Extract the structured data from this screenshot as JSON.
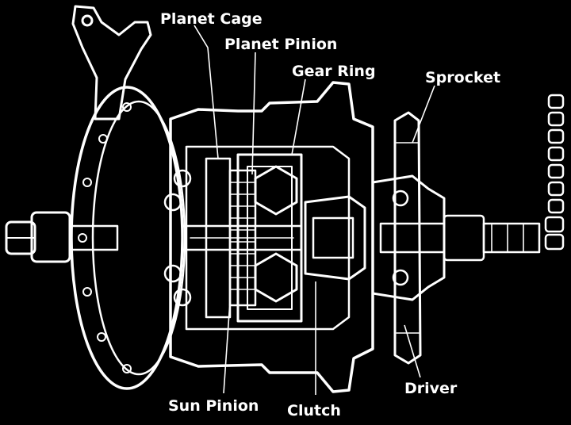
{
  "labels": {
    "planet_cage": "Planet Cage",
    "planet_pinion": "Planet Pinion",
    "gear_ring": "Gear Ring",
    "sprocket": "Sprocket",
    "driver": "Driver",
    "clutch": "Clutch",
    "sun_pinion": "Sun Pinion"
  },
  "colors": {
    "background": "#000000",
    "line": "#ffffff"
  }
}
